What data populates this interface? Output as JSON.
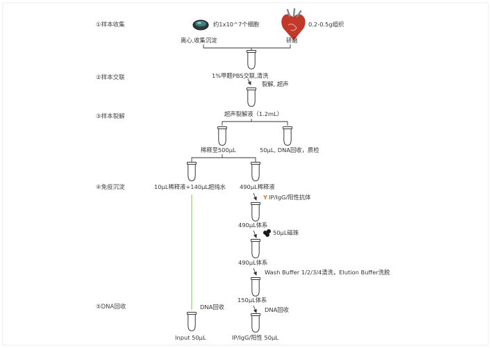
{
  "colors": {
    "green": "#5cb85c",
    "cyan": "#5bc8dc",
    "lime": "#b8cc12",
    "salmon": "#e6b8a2",
    "line": "#333333",
    "green_line": "#9ed58f",
    "antibody": "#e67e22",
    "bead": "#1a1a1a"
  },
  "steps": {
    "s1": "①样本收集",
    "s2": "②样本交联",
    "s3": "③样本裂解",
    "s4": "④免疫沉淀",
    "s5": "⑤DNA回收"
  },
  "labels": {
    "cells": "约1x10^7个细胞",
    "tissue": "0.2-0.5g组织",
    "centrifuge": "离心,收集沉淀",
    "grind": "研磨",
    "crosslink": "1%甲醛PBS交联,清洗",
    "lysis": "裂解, 超声",
    "sonication_buffer": "超声裂解液（1.2mL）",
    "dilute": "稀释至500μL",
    "qc": "50μL, DNA回收，质检",
    "input_dilution": "10μL稀释液+140μL超纯水",
    "ip_dilution": "490μL稀释液",
    "antibody_glyph": "Y",
    "antibody": "IP/IgG/阳性抗体",
    "system1": "490μL体系",
    "beads": "50μL磁珠",
    "system2": "490μL体系",
    "wash": "Wash Buffer 1/2/3/4清洗，Elution Buffer洗脱",
    "system3": "150μL体系",
    "dna_left": "DNA回收",
    "dna_right": "DNA回收",
    "input_final": "Input 50μL",
    "ip_final": "IP/IgG/阳性 50μL"
  }
}
